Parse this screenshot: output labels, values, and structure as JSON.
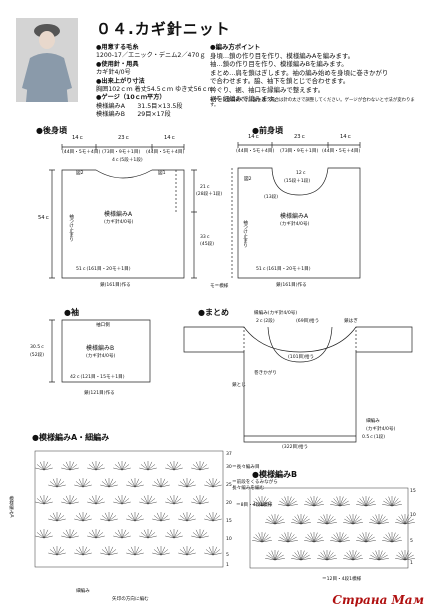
{
  "header": {
    "title": "０４.カギ針ニット",
    "materials_heading": "●用意する毛糸",
    "yarn": "1200-17／エニック・デニム2／470ｇ",
    "tools_heading": "●使用針・用具",
    "hook": "カギ針4/0号",
    "size_heading": "●出来上がり寸法",
    "size": "胸囲102ｃｍ 着丈54.5ｃｍ ゆき丈56ｃｍ",
    "gauge_heading": "●ゲージ（10ｃｍ平方）",
    "gauge_a": "模様編みA　　31.5目×13.5段",
    "gauge_b": "模様編みB　　29目×17段"
  },
  "points": {
    "heading": "●編み方ポイント",
    "lines": [
      "身頃…鎖の作り目を作り、模様編みAを編みます。",
      "袖…鎖の作り目を作り、模様編みBを編みます。",
      "まとめ…肩を鎖はぎします。袖の編み始めを身頃に巻きかがり",
      "で合わせます。脇、袖下を鎖とじで合わせます。",
      "衿ぐり、裾、袖口を縁編みで整えます。",
      "裾を細編みで編みます。"
    ],
    "note": "※ゲージは目安です。図と違う場合は針の太さで調整してください。ゲージが合わないと寸法が変わります。"
  },
  "back": {
    "title": "●後身頃",
    "top_left": "14ｃ",
    "top_left_sts": "(44目・5モ＋4目)",
    "top_mid": "23ｃ",
    "top_mid_sts": "(73目・9モ＋1目)",
    "top_right": "14ｃ",
    "top_right_sts": "(44目・5モ＋4目)",
    "neck": "4ｃ(5段＋1段)",
    "r1": "図2",
    "r2": "図1",
    "height": "54ｃ",
    "side": "袖つけ止まり",
    "r21": "21ｃ",
    "r21b": "(28段＋1段)",
    "r33": "33ｃ",
    "r33b": "(45段)",
    "pattern": "模様編みA",
    "hook": "(カギ針4/0号)",
    "bottom": "51ｃ(161目・20モ＋1目)",
    "chain": "鎖(161目)作る",
    "motif": "モ＝模様"
  },
  "front": {
    "title": "●前身頃",
    "top_left": "14ｃ",
    "top_left_sts": "(44目・5モ＋4目)",
    "top_mid": "23ｃ",
    "top_mid_sts": "(73目・9モ＋1目)",
    "top_right": "14ｃ",
    "top_right_sts": "(44目・5モ＋4目)",
    "neck_c": "12ｃ",
    "neck_rows": "(15段＋1段)",
    "r1": "図2",
    "r2": "(13段)",
    "pattern": "模様編みA",
    "hook": "(カギ針4/0号)",
    "side": "袖つけ止まり",
    "bottom": "51ｃ(161目・20モ＋1目)",
    "chain": "鎖(161目)作る"
  },
  "sleeve": {
    "title": "●袖",
    "cuff": "袖口側",
    "height": "30.5ｃ",
    "height_rows": "(52段)",
    "pattern": "模様編みB",
    "hook": "(カギ針4/0号)",
    "bottom": "42ｃ(121目・15モ＋1目)",
    "chain": "鎖(121目)作る"
  },
  "assembly": {
    "title": "●まとめ",
    "edge": "縁編み(カギ針4/0号)",
    "neck": "(69目)拾う",
    "neck_rows": "2ｃ(2段)",
    "neck_front": "(101目)拾う",
    "shoulder": "鎖はぎ",
    "sewn": "巻きかがり",
    "side": "鎖とじ",
    "hem_label": "細編み",
    "hem_hook": "(カギ針4/0号)",
    "hem_h": "0.5ｃ(1段)",
    "hem_pick": "(322目)拾う"
  },
  "chart_a": {
    "title": "●模様編みA・細編み",
    "label": "模様編みA",
    "leg1": "＝長々編み目",
    "leg2": "＝前段をくるみながら長々編みを編む",
    "leg3": "＝8目・4段1模様",
    "hem": "細編み",
    "arrow": "矢印の方向に編む",
    "nums": [
      "37",
      "30",
      "25",
      "20",
      "15",
      "10",
      "5",
      "1"
    ]
  },
  "chart_b": {
    "title": "●模様編みB",
    "leg": "＝12目・4段1模様",
    "nums": [
      "15",
      "10",
      "5",
      "1"
    ]
  },
  "watermark": "Страна Мам"
}
